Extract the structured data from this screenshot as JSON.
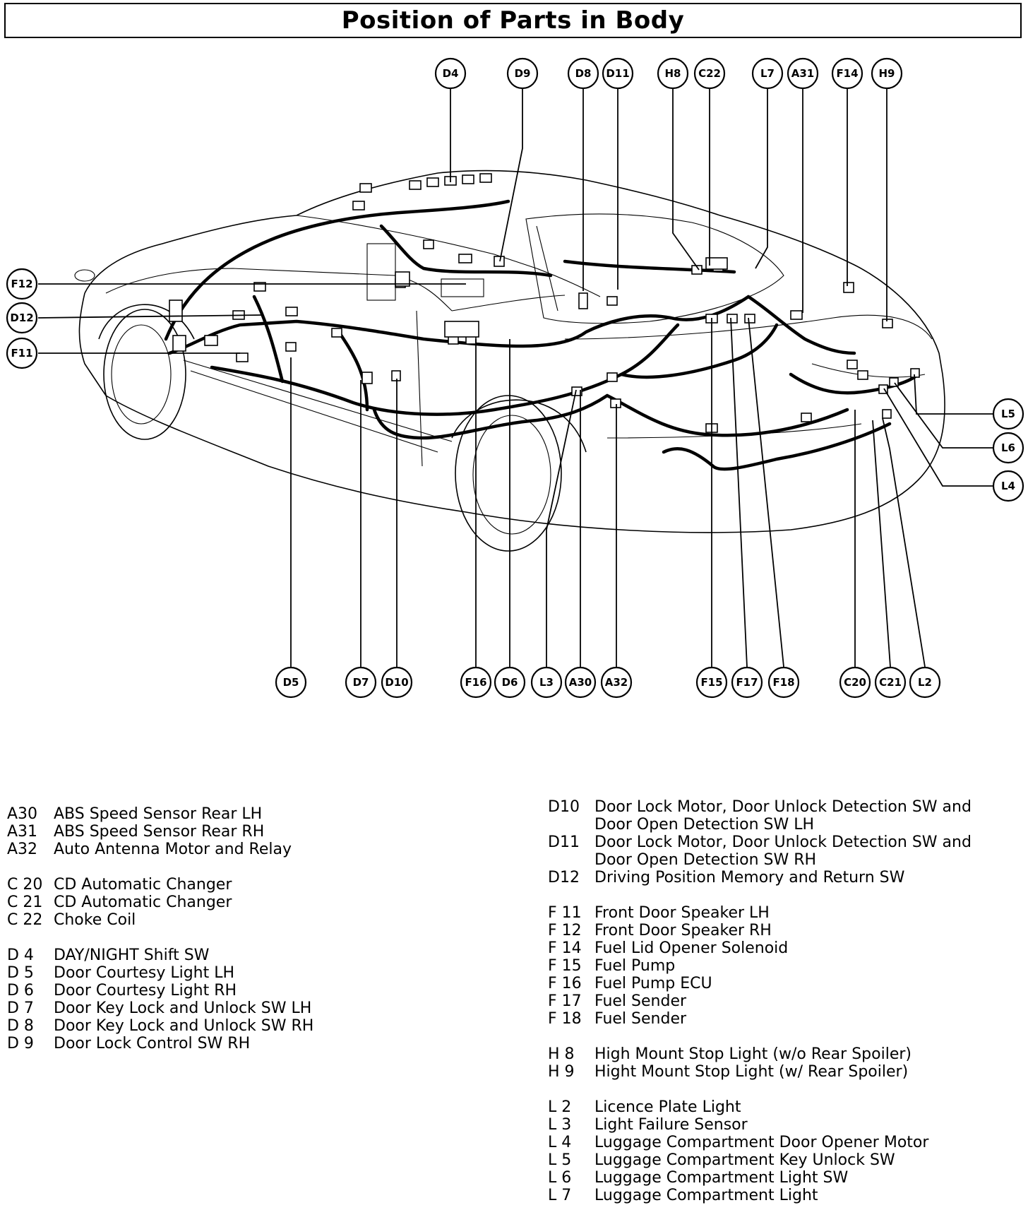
{
  "title": "Position of Parts in Body",
  "callouts_top": [
    "D4",
    "D9",
    "D8",
    "D11",
    "H8",
    "C22",
    "L7",
    "A31",
    "F14",
    "H9"
  ],
  "callouts_left": [
    "F12",
    "D12",
    "F11"
  ],
  "callouts_right": [
    "L5",
    "L6",
    "L4"
  ],
  "callouts_bottom": [
    "D5",
    "D7",
    "D10",
    "F16",
    "D6",
    "L3",
    "A30",
    "A32",
    "F15",
    "F17",
    "F18",
    "C20",
    "C21",
    "L2"
  ],
  "legend_left": [
    [
      {
        "code": "A30",
        "desc": "ABS Speed Sensor Rear LH"
      },
      {
        "code": "A31",
        "desc": "ABS Speed Sensor Rear RH"
      },
      {
        "code": "A32",
        "desc": "Auto Antenna Motor and Relay"
      }
    ],
    [
      {
        "code": "C 20",
        "desc": "CD Automatic Changer"
      },
      {
        "code": "C 21",
        "desc": "CD Automatic Changer"
      },
      {
        "code": "C 22",
        "desc": "Choke Coil"
      }
    ],
    [
      {
        "code": "D 4",
        "desc": "DAY/NIGHT Shift SW"
      },
      {
        "code": "D 5",
        "desc": "Door Courtesy Light LH"
      },
      {
        "code": "D 6",
        "desc": "Door Courtesy Light RH"
      },
      {
        "code": "D 7",
        "desc": "Door Key Lock and Unlock SW LH"
      },
      {
        "code": "D 8",
        "desc": "Door Key Lock and Unlock SW RH"
      },
      {
        "code": "D 9",
        "desc": "Door Lock Control SW RH"
      }
    ]
  ],
  "legend_right": [
    [
      {
        "code": "D10",
        "desc": "Door Lock Motor, Door Unlock Detection SW and Door Open Detection SW LH"
      },
      {
        "code": "D11",
        "desc": "Door Lock Motor, Door Unlock Detection SW and Door Open Detection SW RH"
      },
      {
        "code": "D12",
        "desc": "Driving Position Memory and Return SW"
      }
    ],
    [
      {
        "code": "F 11",
        "desc": "Front Door Speaker LH"
      },
      {
        "code": "F 12",
        "desc": "Front Door Speaker RH"
      },
      {
        "code": "F 14",
        "desc": "Fuel Lid Opener Solenoid"
      },
      {
        "code": "F 15",
        "desc": "Fuel Pump"
      },
      {
        "code": "F 16",
        "desc": "Fuel Pump ECU"
      },
      {
        "code": "F 17",
        "desc": "Fuel Sender"
      },
      {
        "code": "F 18",
        "desc": "Fuel Sender"
      }
    ],
    [
      {
        "code": "H 8",
        "desc": "High Mount Stop Light (w/o Rear Spoiler)"
      },
      {
        "code": "H 9",
        "desc": "Hight Mount Stop Light (w/ Rear Spoiler)"
      }
    ],
    [
      {
        "code": "L 2",
        "desc": "Licence Plate Light"
      },
      {
        "code": "L 3",
        "desc": "Light Failure Sensor"
      },
      {
        "code": "L 4",
        "desc": "Luggage Compartment Door Opener Motor"
      },
      {
        "code": "L 5",
        "desc": "Luggage Compartment Key Unlock SW"
      },
      {
        "code": "L 6",
        "desc": "Luggage Compartment Light SW"
      },
      {
        "code": "L 7",
        "desc": "Luggage Compartment Light"
      }
    ]
  ]
}
